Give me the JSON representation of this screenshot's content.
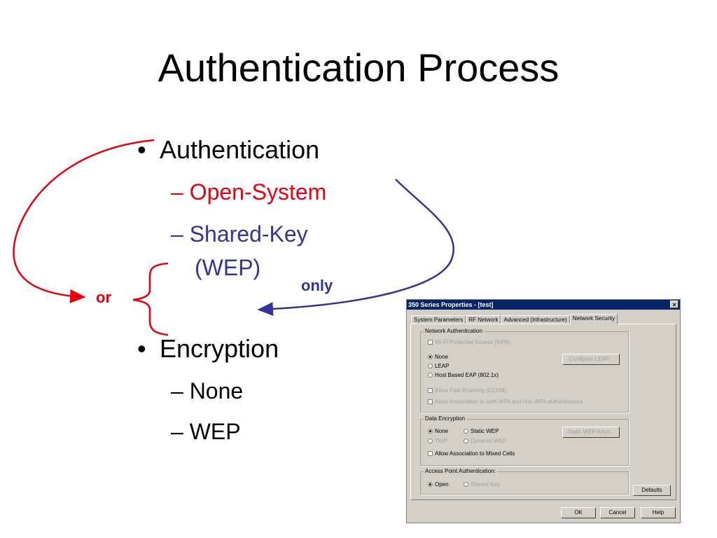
{
  "slide": {
    "title": "Authentication Process",
    "bullet_dot": "•",
    "bullets": [
      {
        "label": "Authentication",
        "subs": [
          {
            "dash": "–",
            "text": "Open-System",
            "color": "#e8000f"
          },
          {
            "dash": "–",
            "text": "Shared-Key",
            "text2": "(WEP)",
            "color": "#333399"
          }
        ]
      },
      {
        "label": "Encryption",
        "subs": [
          {
            "dash": "–",
            "text": "None"
          },
          {
            "dash": "–",
            "text": "WEP"
          }
        ]
      }
    ],
    "annotations": {
      "or": "or",
      "only": "only"
    },
    "colors": {
      "red": "#e8000f",
      "blue": "#333399"
    }
  },
  "dialog": {
    "title": "350 Series Properties - [test]",
    "close": "×",
    "tabs": [
      "System Parameters",
      "RF Network",
      "Advanced (Infrastructure)",
      "Network Security"
    ],
    "active_tab": "Network Security",
    "network_auth": {
      "legend": "Network Authentication",
      "wpa": "Wi-Fi Protected Access (WPA)",
      "none": "None",
      "leap": "LEAP",
      "host_eap": "Host Based EAP (802.1x)",
      "configure_leap": "Configure LEAP...",
      "fast_roaming": "Allow Fast Roaming (CCKM)",
      "allow_assoc": "Allow Association to both WPA and non-WPA authenticators"
    },
    "data_encryption": {
      "legend": "Data Encryption",
      "none": "None",
      "static_wep": "Static WEP",
      "tkip": "TKIP",
      "dynamic_wep": "Dynamic WEP",
      "static_wep_keys": "Static WEP Keys...",
      "mixed_cells": "Allow Association to Mixed Cells"
    },
    "ap_auth": {
      "legend": "Access Point Authentication:",
      "open": "Open",
      "shared_key": "Shared Key"
    },
    "buttons": {
      "defaults": "Defaults",
      "ok": "OK",
      "cancel": "Cancel",
      "help": "Help"
    }
  }
}
